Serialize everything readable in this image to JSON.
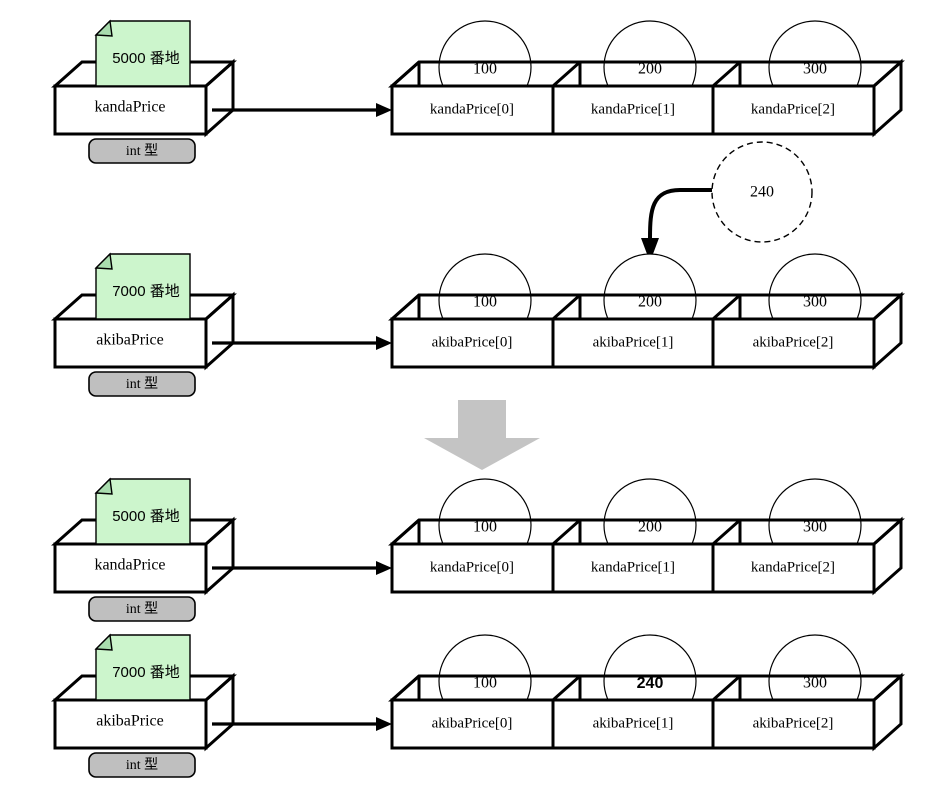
{
  "title": "Array reference assignment diagram",
  "colors": {
    "note_fill": "#ccf5cc",
    "note_fold": "#a9dcae",
    "badge_fill": "#bfbfbf",
    "big_arrow": "#c4c4c4",
    "stroke": "#000000",
    "box_fill": "#ffffff"
  },
  "labels": {
    "type_badge": "int 型",
    "address_suffix": "番地"
  },
  "rows": [
    {
      "id": "row-kanda-before",
      "variable": {
        "name": "kandaPrice",
        "note": "5000 番地",
        "type": "int 型"
      },
      "array": {
        "cells": [
          {
            "label": "kandaPrice[0]",
            "value": "100",
            "highlight": false
          },
          {
            "label": "kandaPrice[1]",
            "value": "200",
            "highlight": false
          },
          {
            "label": "kandaPrice[2]",
            "value": "300",
            "highlight": false
          }
        ]
      }
    },
    {
      "id": "row-akiba-before",
      "variable": {
        "name": "akibaPrice",
        "note": "7000 番地",
        "type": "int 型"
      },
      "array": {
        "cells": [
          {
            "label": "akibaPrice[0]",
            "value": "100",
            "highlight": false
          },
          {
            "label": "akibaPrice[1]",
            "value": "200",
            "highlight": false
          },
          {
            "label": "akibaPrice[2]",
            "value": "300",
            "highlight": false
          }
        ]
      },
      "incoming": {
        "value": "240",
        "style": "dashed-bubble",
        "target_cell_index": 1
      }
    },
    {
      "id": "row-kanda-after",
      "variable": {
        "name": "kandaPrice",
        "note": "5000 番地",
        "type": "int 型"
      },
      "array": {
        "cells": [
          {
            "label": "kandaPrice[0]",
            "value": "100",
            "highlight": false
          },
          {
            "label": "kandaPrice[1]",
            "value": "200",
            "highlight": false
          },
          {
            "label": "kandaPrice[2]",
            "value": "300",
            "highlight": false
          }
        ]
      }
    },
    {
      "id": "row-akiba-after",
      "variable": {
        "name": "akibaPrice",
        "note": "7000 番地",
        "type": "int 型"
      },
      "array": {
        "cells": [
          {
            "label": "akibaPrice[0]",
            "value": "100",
            "highlight": false
          },
          {
            "label": "akibaPrice[1]",
            "value": "240",
            "highlight": true
          },
          {
            "label": "akibaPrice[2]",
            "value": "300",
            "highlight": false
          }
        ]
      }
    }
  ],
  "transition": {
    "icon": "down-arrow-icon",
    "direction": "down"
  }
}
